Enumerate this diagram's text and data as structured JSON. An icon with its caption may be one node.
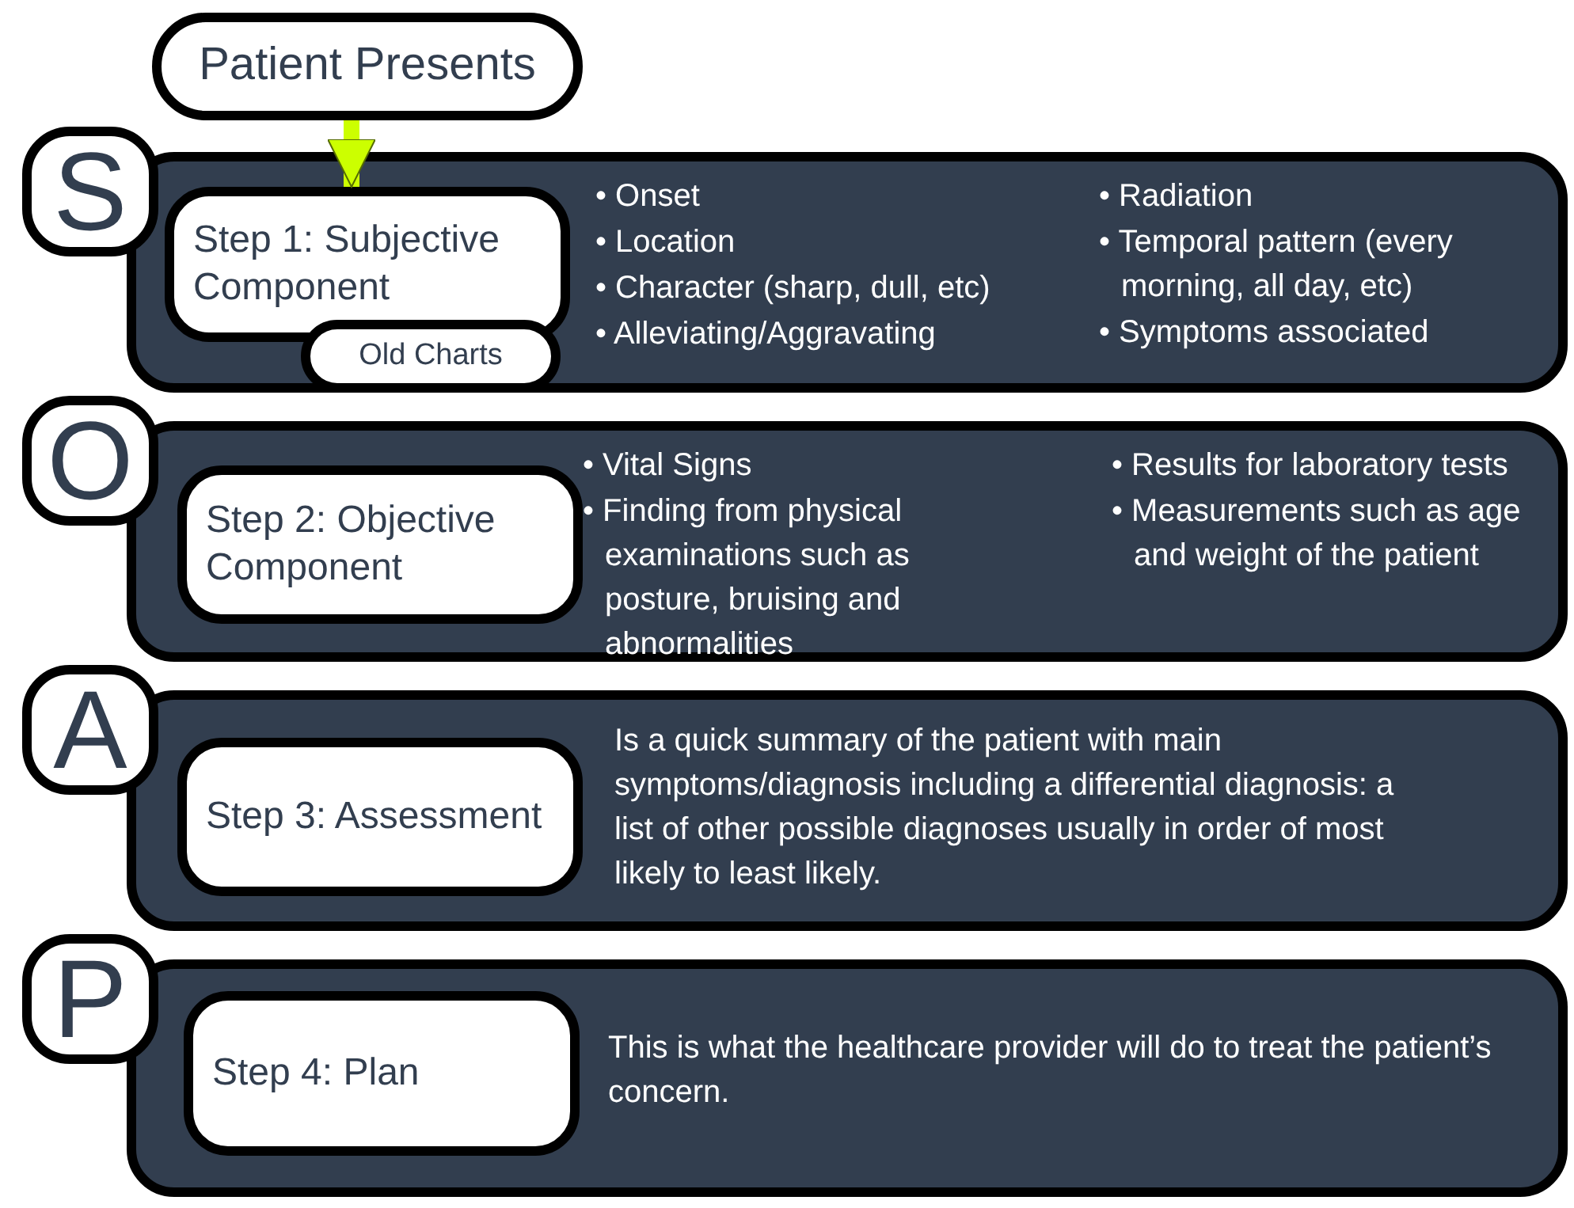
{
  "diagram": {
    "nodes": [
      {
        "text": [
          "Patient Presents"
        ]
      },
      {
        "text": [
          "S"
        ]
      },
      {
        "text": [
          "• Onset",
          "• Location",
          "• Character (sharp, dull, etc)",
          "• Alleviating/Aggravating",
          "• Radiation",
          "• Temporal pattern (every morning, all day, etc)",
          "• Symptoms associated"
        ]
      },
      {
        "text": [
          "Step 1: Subjective Component"
        ],
        "in": 2
      },
      {
        "text": [
          "Old Charts"
        ],
        "in": 2
      },
      {
        "text": [
          "O"
        ]
      },
      {
        "text": [
          "• Vital Signs",
          "• Finding from physical examinations such as posture, bruising and abnormalities",
          "• Results for laboratory tests",
          "• Measurements such as age and weight of the patient"
        ]
      },
      {
        "text": [
          "Step 2: Objective Component"
        ],
        "in": 6
      },
      {
        "text": [
          "A"
        ]
      },
      {
        "text": [
          "Is a quick summary of the patient with main symptoms/diagnosis including a differential diagnosis: a list of other possible diagnoses usually in order of most likely to least likely."
        ]
      },
      {
        "text": [
          "Step 3: Assessment"
        ],
        "in": 9
      },
      {
        "text": [
          "P"
        ]
      },
      {
        "text": [
          "This is what the healthcare provider will do to treat the patient’s concern."
        ]
      },
      {
        "text": [
          "Step 4: Plan"
        ],
        "in": 12
      }
    ],
    "edges": [
      {
        "from": 0,
        "to": 3,
        "arrow": "to",
        "color": "#ccff00"
      }
    ]
  }
}
